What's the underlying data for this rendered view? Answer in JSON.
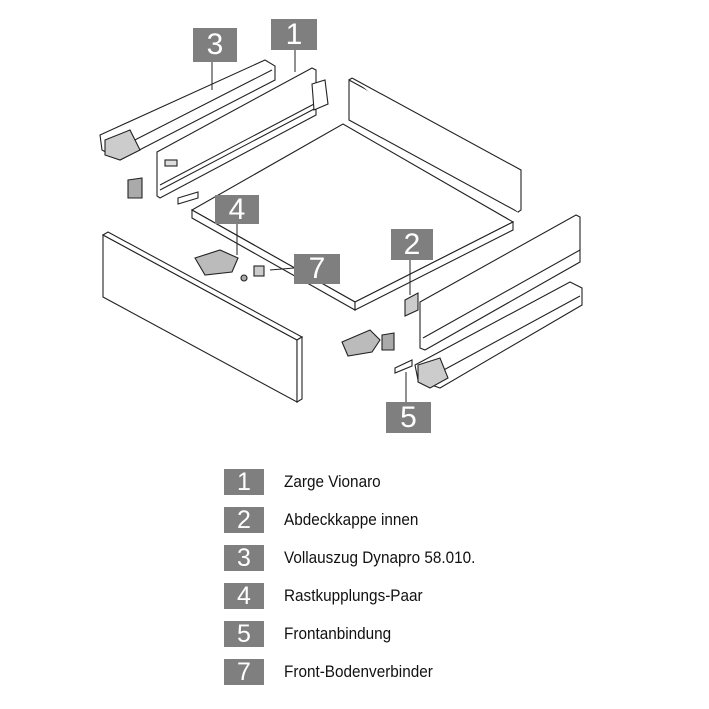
{
  "colors": {
    "label_bg": "#7f7f7f",
    "line": "#222222"
  },
  "callouts": {
    "c1": "1",
    "c2": "2",
    "c3": "3",
    "c4": "4",
    "c5": "5",
    "c7": "7"
  },
  "legend": [
    {
      "num": "1",
      "label": "Zarge Vionaro"
    },
    {
      "num": "2",
      "label": "Abdeckkappe innen"
    },
    {
      "num": "3",
      "label": "Vollauszug Dynapro 58.010."
    },
    {
      "num": "4",
      "label": "Rastkupplungs-Paar"
    },
    {
      "num": "5",
      "label": "Frontanbindung"
    },
    {
      "num": "7",
      "label": "Front-Bodenverbinder"
    }
  ]
}
